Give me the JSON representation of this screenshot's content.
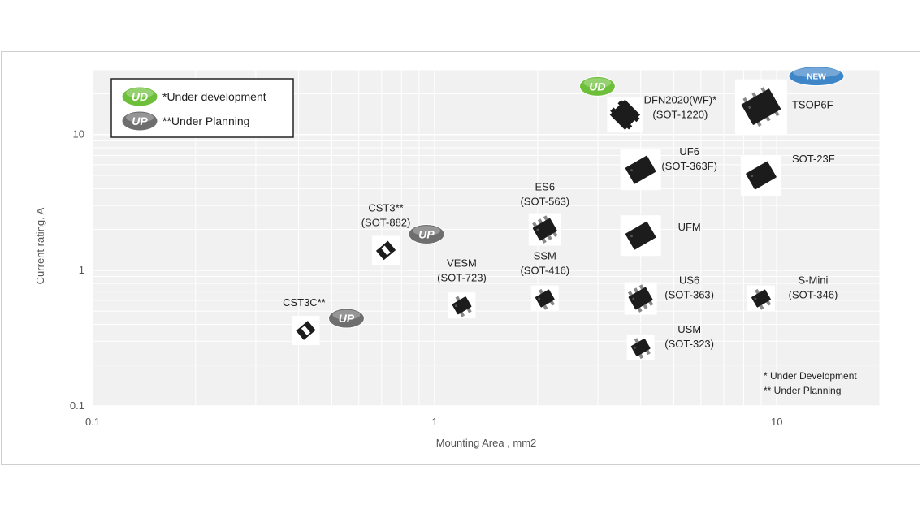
{
  "chart_data": {
    "type": "scatter",
    "xlabel": "Mounting Area , mm2",
    "ylabel": "Current rating, A",
    "xscale": "log",
    "yscale": "log",
    "xlim": [
      0.1,
      20
    ],
    "ylim": [
      0.1,
      30
    ],
    "x_ticks": [
      "0.1",
      "1",
      "10"
    ],
    "y_ticks": [
      "0.1",
      "1",
      "10"
    ],
    "grid": true,
    "legend": {
      "placement": "top-left",
      "items": [
        {
          "badge": "UD",
          "label": "*Under development",
          "color": "#6dbf3a"
        },
        {
          "badge": "UP",
          "label": "**Under Planning",
          "color": "#6e6e6e"
        }
      ]
    },
    "points": [
      {
        "name": "CST3C**",
        "sub": "",
        "x": 0.42,
        "y": 0.36,
        "pkg": "cst",
        "badge": "UP"
      },
      {
        "name": "CST3**",
        "sub": "(SOT-882)",
        "x": 0.72,
        "y": 1.4,
        "pkg": "cst",
        "badge": "UP"
      },
      {
        "name": "VESM",
        "sub": "(SOT-723)",
        "x": 1.2,
        "y": 0.55,
        "pkg": "sot3",
        "badge": ""
      },
      {
        "name": "ES6",
        "sub": "(SOT-563)",
        "x": 2.1,
        "y": 2.0,
        "pkg": "six",
        "badge": ""
      },
      {
        "name": "SSM",
        "sub": "(SOT-416)",
        "x": 2.1,
        "y": 0.62,
        "pkg": "sot3",
        "badge": ""
      },
      {
        "name": "DFN2020(WF)*",
        "sub": "(SOT-1220)",
        "x": 3.6,
        "y": 14.0,
        "pkg": "dfn",
        "badge": "UD"
      },
      {
        "name": "UF6",
        "sub": "(SOT-363F)",
        "x": 4.0,
        "y": 5.5,
        "pkg": "flat",
        "badge": ""
      },
      {
        "name": "UFM",
        "sub": "",
        "x": 4.0,
        "y": 1.8,
        "pkg": "flat",
        "badge": ""
      },
      {
        "name": "US6",
        "sub": "(SOT-363)",
        "x": 4.0,
        "y": 0.62,
        "pkg": "six",
        "badge": ""
      },
      {
        "name": "USM",
        "sub": "(SOT-323)",
        "x": 4.0,
        "y": 0.27,
        "pkg": "sot3",
        "badge": ""
      },
      {
        "name": "TSOP6F",
        "sub": "",
        "x": 9.0,
        "y": 16.0,
        "pkg": "big6",
        "badge": "NEW"
      },
      {
        "name": "SOT-23F",
        "sub": "",
        "x": 9.0,
        "y": 5.0,
        "pkg": "flat",
        "badge": ""
      },
      {
        "name": "S-Mini",
        "sub": "(SOT-346)",
        "x": 9.0,
        "y": 0.62,
        "pkg": "sot3",
        "badge": ""
      }
    ],
    "notes": [
      "* Under Development",
      "** Under Planning"
    ]
  },
  "colors": {
    "plot_bg": "#f1f1f1",
    "grid": "#ffffff",
    "ud_badge": "#6dbf3a",
    "up_badge": "#6e6e6e",
    "new_badge": "#3f86c8",
    "package": "#1c1c1c"
  }
}
